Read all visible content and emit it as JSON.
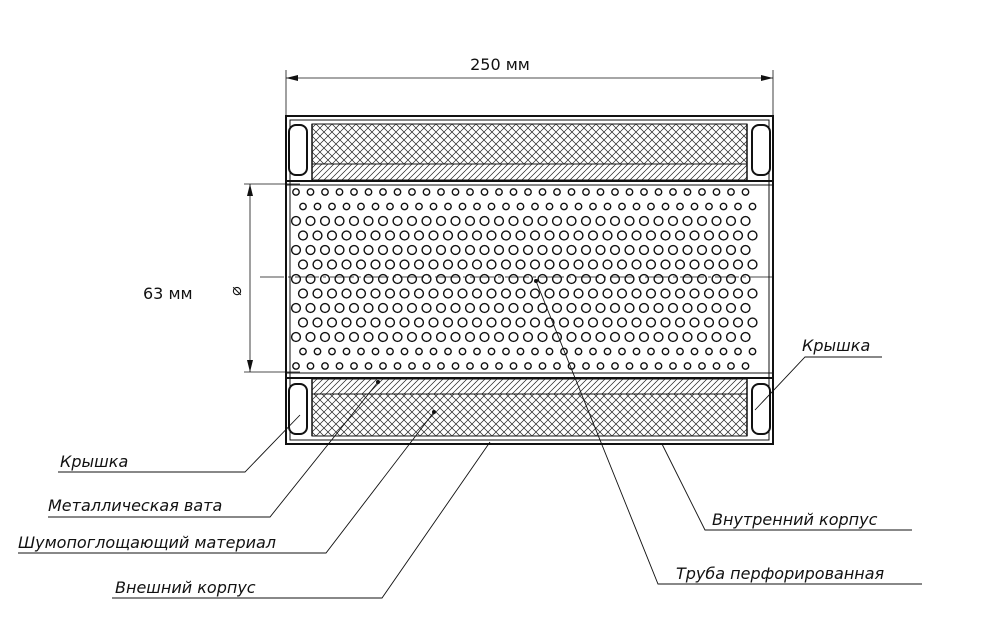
{
  "dimensions": {
    "length": "250 мм",
    "diameter": "63 мм",
    "diameter_symbol": "⌀"
  },
  "labels": {
    "cap_top": "Крышка",
    "cap_left": "Крышка",
    "metal_wool": "Металлическая вата",
    "absorbing_material": "Шумопоглощающий материал",
    "outer_housing": "Внешний корпус",
    "inner_housing": "Внутренний корпус",
    "perforated_tube": "Труба перфорированная"
  }
}
